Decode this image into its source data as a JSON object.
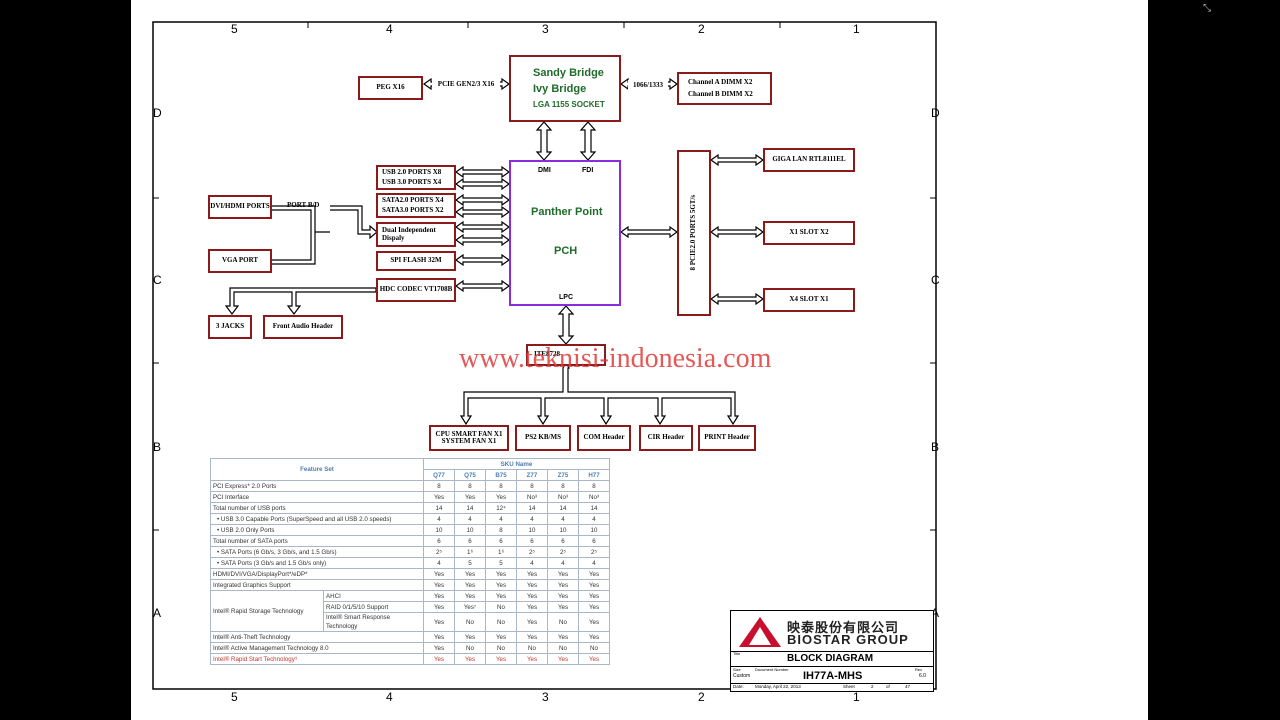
{
  "grid": {
    "top_numbers": [
      "5",
      "4",
      "3",
      "2",
      "1"
    ],
    "bottom_numbers": [
      "5",
      "4",
      "3",
      "2",
      "1"
    ],
    "left_letters": [
      "D",
      "C",
      "B",
      "A"
    ],
    "right_letters": [
      "D",
      "C",
      "B",
      "A"
    ]
  },
  "cpu": {
    "line1": "Sandy Bridge",
    "line2": "Ivy Bridge",
    "line3": "LGA 1155 SOCKET"
  },
  "pch": {
    "line1": "Panther Point",
    "line2": "PCH",
    "dmi": "DMI",
    "fdi": "FDI",
    "lpc": "LPC"
  },
  "boxes": {
    "peg": "PEG X16",
    "pcie_gen": "PCIE GEN2/3 X16",
    "mem_speed": "1066/1333",
    "dimm_a": "Channel A DIMM X2",
    "dimm_b": "Channel B DIMM X2",
    "usb2": "USB 2.0 PORTS X8",
    "usb3": "USB 3.0 PORTS X4",
    "sata2": "SATA2.0 PORTS X4",
    "sata3": "SATA3.0 PORTS X2",
    "dual_display": "Dual Independent Dispaly",
    "spi": "SPI FLASH 32M",
    "hdc": "HDC CODEC VT1708B",
    "dvi": "DVI/HDMI PORTS",
    "vga": "VGA PORT",
    "port_bd": "PORT B/D",
    "jacks": "3 JACKS",
    "front_audio": "Front Audio Header",
    "pcie_ports": "8 PCIE2.0 PORTS 5GT/s",
    "lan": "GIGA LAN RTL8111EL",
    "x1slot": "X1 SLOT X2",
    "x4slot": "X4 SLOT X1",
    "ite": "ITE8728",
    "fan1": "CPU SMART FAN X1",
    "fan2": "SYSTEM FAN X1",
    "ps2": "PS2 KB/MS",
    "com": "COM Header",
    "cir": "CIR Header",
    "print": "PRINT Header"
  },
  "watermark": "www.teknisi-indonesia.com",
  "feature_table": {
    "feature_header": "Feature Set",
    "sku_header": "SKU Name",
    "skus": [
      "Q77",
      "Q75",
      "B75",
      "Z77",
      "Z75",
      "H77"
    ],
    "rows": [
      {
        "label": "PCI Express* 2.0 Ports",
        "values": [
          "8",
          "8",
          "8",
          "8",
          "8",
          "8"
        ]
      },
      {
        "label": "PCI Interface",
        "values": [
          "Yes",
          "Yes",
          "Yes",
          "No³",
          "No³",
          "No³"
        ]
      },
      {
        "label": "Total number of USB ports",
        "values": [
          "14",
          "14",
          "12⁴",
          "14",
          "14",
          "14"
        ]
      },
      {
        "label": "• USB 3.0 Capable Ports (SuperSpeed and all USB 2.0 speeds)",
        "values": [
          "4",
          "4",
          "4",
          "4",
          "4",
          "4"
        ]
      },
      {
        "label": "• USB 2.0 Only Ports",
        "values": [
          "10",
          "10",
          "8",
          "10",
          "10",
          "10"
        ]
      },
      {
        "label": "Total number of SATA ports",
        "values": [
          "6",
          "6",
          "6",
          "6",
          "6",
          "6"
        ]
      },
      {
        "label": "• SATA Ports (6 Gb/s, 3 Gb/s, and 1.5 Gb/s)",
        "values": [
          "2⁵",
          "1⁶",
          "1⁶",
          "2⁵",
          "2⁵",
          "2⁵"
        ]
      },
      {
        "label": "• SATA Ports (3 Gb/s and 1.5 Gb/s only)",
        "values": [
          "4",
          "5",
          "5",
          "4",
          "4",
          "4"
        ]
      },
      {
        "label": "HDMI/DVI/VGA/DisplayPort*/eDP*",
        "values": [
          "Yes",
          "Yes",
          "Yes",
          "Yes",
          "Yes",
          "Yes"
        ]
      },
      {
        "label": "Integrated Graphics Support",
        "values": [
          "Yes",
          "Yes",
          "Yes",
          "Yes",
          "Yes",
          "Yes"
        ]
      }
    ],
    "rst_label": "Intel® Rapid Storage Technology",
    "rst_rows": [
      {
        "label": "AHCI",
        "values": [
          "Yes",
          "Yes",
          "Yes",
          "Yes",
          "Yes",
          "Yes"
        ]
      },
      {
        "label": "RAID 0/1/5/10 Support",
        "values": [
          "Yes",
          "Yes⁷",
          "No",
          "Yes",
          "Yes",
          "Yes"
        ]
      },
      {
        "label": "Intel® Smart Response Technology",
        "values": [
          "Yes",
          "No",
          "No",
          "Yes",
          "No",
          "Yes"
        ]
      }
    ],
    "tail_rows": [
      {
        "label": "Intel® Anti-Theft Technology",
        "values": [
          "Yes",
          "Yes",
          "Yes",
          "Yes",
          "Yes",
          "Yes"
        ]
      },
      {
        "label": "Intel® Active Management Technology 8.0",
        "values": [
          "Yes",
          "No",
          "No",
          "No",
          "No",
          "No"
        ]
      },
      {
        "label": "Intel® Rapid Start Technology⁹",
        "values": [
          "Yes",
          "Yes",
          "Yes",
          "Yes",
          "Yes",
          "Yes"
        ]
      }
    ]
  },
  "title_block": {
    "company_cn": "映泰股份有限公司",
    "company_en": "BIOSTAR GROUP",
    "title_label": "Title",
    "title": "BLOCK DIAGRAM",
    "size_label": "Size",
    "size": "Custom",
    "doc_label": "Document Number",
    "doc": "IH77A-MHS",
    "rev_label": "Rev",
    "rev": "6.0",
    "date_label": "Date:",
    "date": "Monday, April 22, 2013",
    "sheet_label": "Sheet",
    "sheet": "2",
    "of_label": "of",
    "of": "47"
  },
  "colors": {
    "box_border": "#8b1a1a",
    "pch_border": "#8a2be2",
    "cpu_text": "#1f6b2a",
    "watermark": "#e03c3c"
  }
}
